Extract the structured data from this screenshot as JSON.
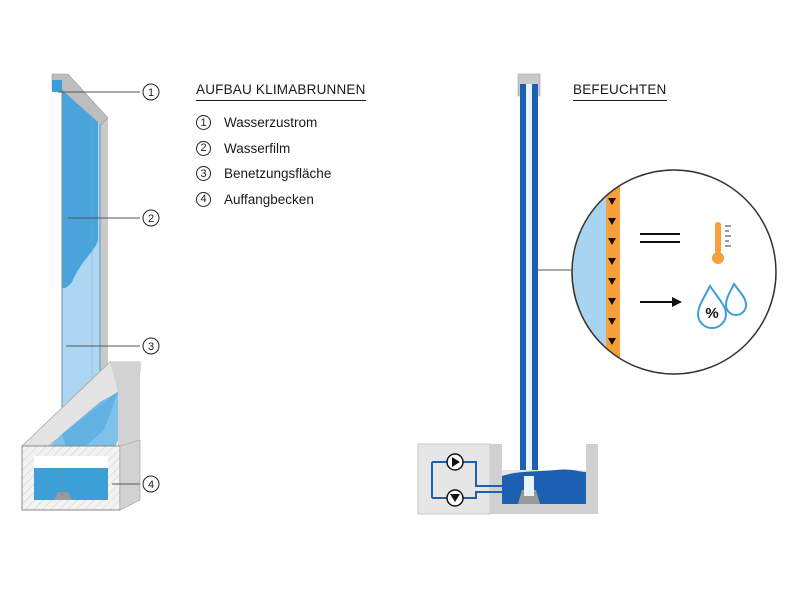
{
  "left_panel": {
    "title": "AUFBAU KLIMABRUNNEN",
    "legend": [
      {
        "num": "1",
        "label": "Wasserzustrom"
      },
      {
        "num": "2",
        "label": "Wasserfilm"
      },
      {
        "num": "3",
        "label": "Benetzungsfläche"
      },
      {
        "num": "4",
        "label": "Auffangbecken"
      }
    ],
    "callouts": [
      "1",
      "2",
      "3",
      "4"
    ]
  },
  "right_panel": {
    "title": "BEFEUCHTEN",
    "detail_symbols": {
      "equals": "=",
      "arrow": "→",
      "humidity_icon": "%",
      "temperature_icon": "thermometer-icon",
      "pump_icon": "pump-icon",
      "filter_icon": "filter-icon"
    }
  },
  "colors": {
    "water": "#3d9fd8",
    "water_light": "#a8d4f0",
    "frame_gray": "#c8c8c8",
    "frame_dark": "#8c8c8c",
    "orange": "#f5a03a",
    "pipe_blue": "#1d5fb0",
    "text": "#1a1a1a"
  }
}
